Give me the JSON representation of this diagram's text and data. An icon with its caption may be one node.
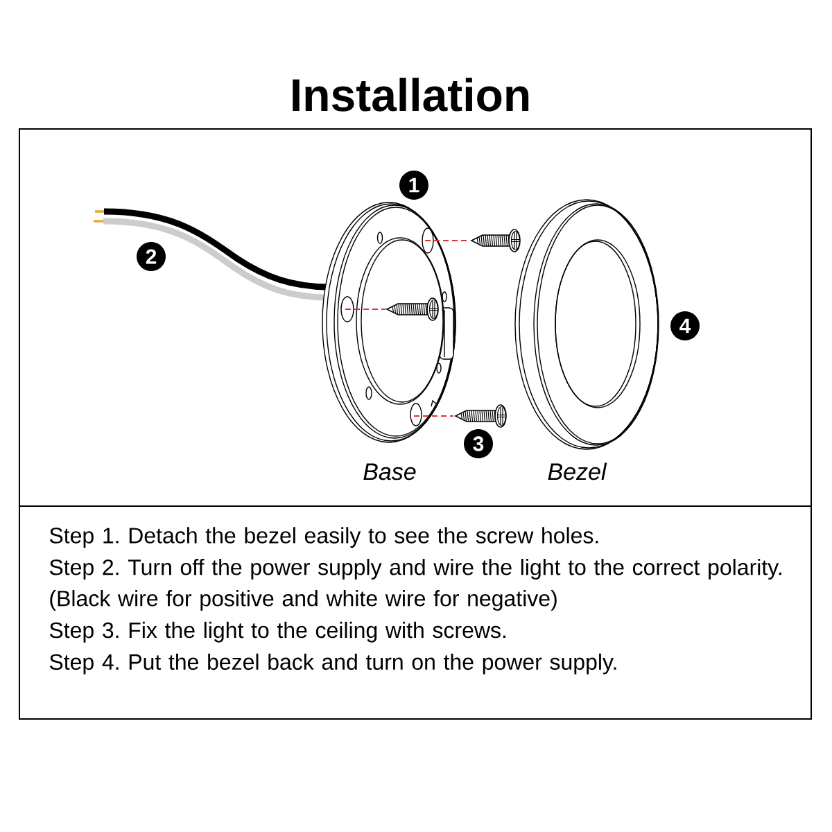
{
  "diagram": {
    "title": "Installation",
    "nodes": [
      {
        "text": [],
        "shape": "box"
      },
      {
        "text": [
          "Step 1. Detach the bezel easily to see the screw holes.",
          "Step 2. Turn off the power supply and wire the light to the correct polarity. (Black wire for positive and white wire for negative)",
          "Step 3. Fix the light to the ceiling with screws.",
          "Step 4. Put the bezel back and turn on the power supply."
        ]
      }
    ],
    "labels": [
      "1",
      "2",
      "4",
      "3",
      "Base",
      "Bezel"
    ]
  }
}
